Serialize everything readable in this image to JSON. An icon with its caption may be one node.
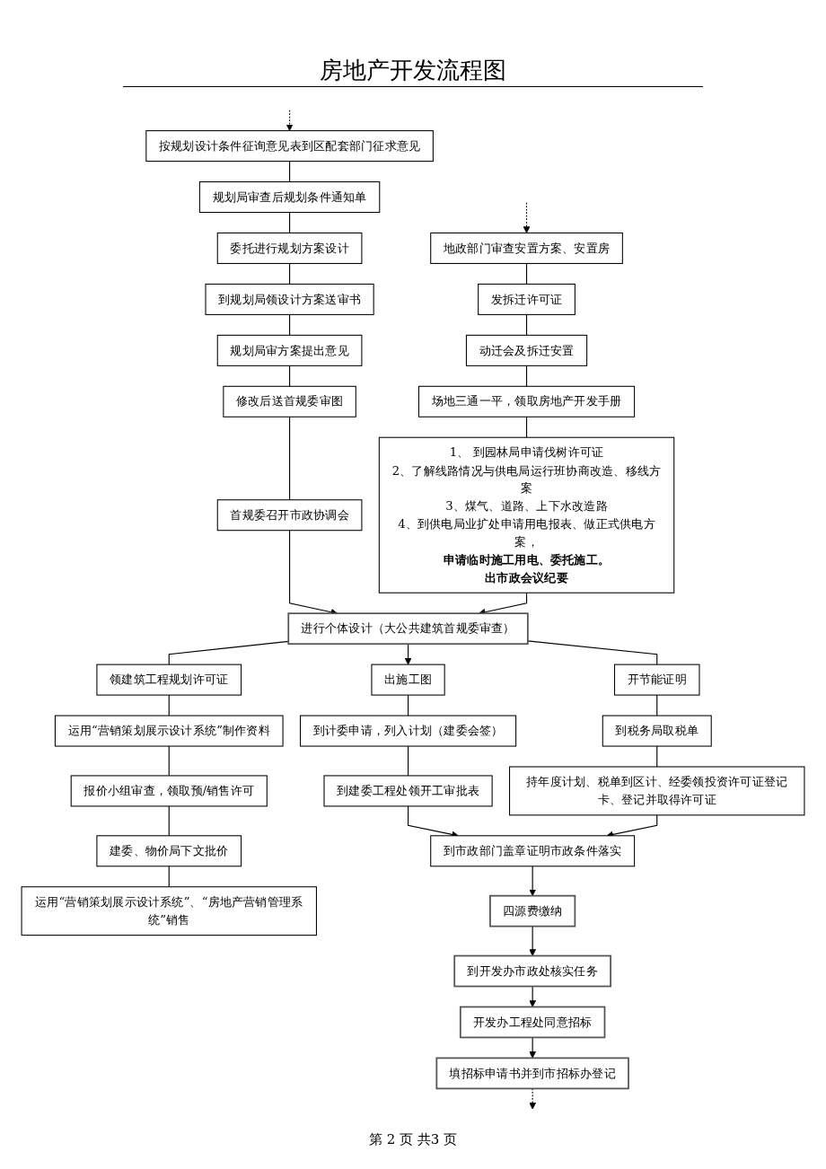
{
  "diagram": {
    "title": "房地产开发流程图",
    "nodes": [
      {
        "text": [
          "按规划设计条件征询意见表到区配套部门征求意见"
        ]
      },
      {
        "text": [
          "规划局审查后规划条件通知单"
        ]
      },
      {
        "text": [
          "委托进行规划方案设计"
        ]
      },
      {
        "text": [
          "到规划局领设计方案送审书"
        ]
      },
      {
        "text": [
          "规划局审方案提出意见"
        ]
      },
      {
        "text": [
          "修改后送首规委审图"
        ]
      },
      {
        "text": [
          "首规委召开市政协调会"
        ]
      },
      {
        "text": [
          "地政部门审查安置方案、安置房"
        ]
      },
      {
        "text": [
          "发拆迁许可证"
        ]
      },
      {
        "text": [
          "动迁会及拆迁安置"
        ]
      },
      {
        "text": [
          "场地三通一平，领取房地产开发手册"
        ]
      },
      {
        "text": [
          "1、 到园林局申请伐树许可证",
          "2、了解线路情况与供电局运行班协商改造、移线方案",
          "3、煤气、道路、上下水改造路",
          "4、到供电局业扩处申请用电报表、做正式供电方案，",
          "申请临时施工用电、委托施工。",
          "出市政会议纪要"
        ]
      },
      {
        "text": [
          "进行个体设计（大公共建筑首规委审查）"
        ]
      },
      {
        "text": [
          "领建筑工程规划许可证"
        ]
      },
      {
        "text": [
          "出施工图"
        ]
      },
      {
        "text": [
          "开节能证明"
        ]
      },
      {
        "text": [
          "运用“营销策划展示设计系统”制作资料"
        ]
      },
      {
        "text": [
          "报价小组审查，领取预/销售许可"
        ]
      },
      {
        "text": [
          "建委、物价局下文批价"
        ]
      },
      {
        "text": [
          "运用“营销策划展示设计系统”、“房地产营销管理系统”销售"
        ]
      },
      {
        "text": [
          "到计委申请，列入计划（建委会签）"
        ]
      },
      {
        "text": [
          "到建委工程处领开工审批表"
        ]
      },
      {
        "text": [
          "到税务局取税单"
        ]
      },
      {
        "text": [
          "持年度计划、税单到区计、经委领投资许可证登记卡、登记并取得许可证"
        ]
      },
      {
        "text": [
          "到市政部门盖章证明市政条件落实"
        ]
      },
      {
        "text": [
          "四源费缴纳"
        ]
      },
      {
        "text": [
          "到开发办市政处核实任务"
        ]
      },
      {
        "text": [
          "开发办工程处同意招标"
        ]
      },
      {
        "text": [
          "填招标申请书并到市招标办登记"
        ]
      }
    ],
    "edges": [
      {
        "from": null,
        "to": 0,
        "arrow": "to",
        "style": "dashed"
      },
      {
        "from": 0,
        "to": 1,
        "arrow": "none"
      },
      {
        "from": 1,
        "to": 2,
        "arrow": "none"
      },
      {
        "from": 2,
        "to": 3,
        "arrow": "none"
      },
      {
        "from": 3,
        "to": 4,
        "arrow": "none"
      },
      {
        "from": 4,
        "to": 5,
        "arrow": "none"
      },
      {
        "from": 5,
        "to": 6,
        "arrow": "none"
      },
      {
        "from": null,
        "to": 7,
        "arrow": "to",
        "style": "dashed"
      },
      {
        "from": 7,
        "to": 8,
        "arrow": "none"
      },
      {
        "from": 8,
        "to": 9,
        "arrow": "none"
      },
      {
        "from": 9,
        "to": 10,
        "arrow": "none"
      },
      {
        "from": 10,
        "to": 11,
        "arrow": "none"
      },
      {
        "from": 6,
        "to": 12,
        "arrow": "to"
      },
      {
        "from": 11,
        "to": 12,
        "arrow": "to"
      },
      {
        "from": 12,
        "to": 13,
        "arrow": "none"
      },
      {
        "from": 12,
        "to": 14,
        "arrow": "to"
      },
      {
        "from": 12,
        "to": 15,
        "arrow": "none"
      },
      {
        "from": 13,
        "to": 16,
        "arrow": "none"
      },
      {
        "from": 16,
        "to": 17,
        "arrow": "none"
      },
      {
        "from": 17,
        "to": 18,
        "arrow": "none"
      },
      {
        "from": 18,
        "to": 19,
        "arrow": "none"
      },
      {
        "from": 14,
        "to": 20,
        "arrow": "none"
      },
      {
        "from": 20,
        "to": 21,
        "arrow": "none"
      },
      {
        "from": 15,
        "to": 22,
        "arrow": "none"
      },
      {
        "from": 22,
        "to": 23,
        "arrow": "none"
      },
      {
        "from": 21,
        "to": 24,
        "arrow": "to"
      },
      {
        "from": 23,
        "to": 24,
        "arrow": "to"
      },
      {
        "from": 24,
        "to": 25,
        "arrow": "to"
      },
      {
        "from": 25,
        "to": 26,
        "arrow": "to"
      },
      {
        "from": 26,
        "to": 27,
        "arrow": "to"
      },
      {
        "from": 27,
        "to": 28,
        "arrow": "to"
      },
      {
        "from": 28,
        "to": null,
        "arrow": "to",
        "style": "dashed"
      }
    ],
    "labels": [
      "第 2 页 共3 页"
    ]
  }
}
